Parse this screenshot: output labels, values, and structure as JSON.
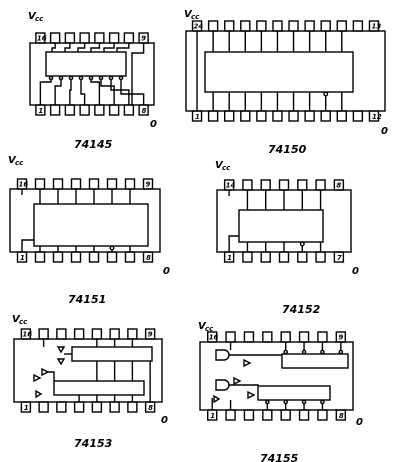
{
  "page": {
    "background": "#ffffff",
    "ink": "#000000"
  },
  "vcc_label": {
    "main": "V",
    "sub": "cc"
  },
  "gnd_label": "0",
  "chips": [
    {
      "part": "74145",
      "pins_per_side": 8,
      "top_first_pin": "16",
      "top_last_pin": "9",
      "bottom_first_pin": "1",
      "bottom_last_pin": "8",
      "inner": "decoder"
    },
    {
      "part": "74150",
      "pins_per_side": 12,
      "top_first_pin": "24",
      "top_last_pin": "13",
      "bottom_first_pin": "1",
      "bottom_last_pin": "12",
      "inner": "mux-large"
    },
    {
      "part": "74151",
      "pins_per_side": 8,
      "top_first_pin": "16",
      "top_last_pin": "9",
      "bottom_first_pin": "1",
      "bottom_last_pin": "8",
      "inner": "mux8"
    },
    {
      "part": "74152",
      "pins_per_side": 7,
      "top_first_pin": "14",
      "top_last_pin": "8",
      "bottom_first_pin": "1",
      "bottom_last_pin": "7",
      "inner": "mux8-14"
    },
    {
      "part": "74153",
      "pins_per_side": 8,
      "top_first_pin": "16",
      "top_last_pin": "9",
      "bottom_first_pin": "1",
      "bottom_last_pin": "8",
      "inner": "dual-mux"
    },
    {
      "part": "74155",
      "pins_per_side": 8,
      "top_first_pin": "16",
      "top_last_pin": "9",
      "bottom_first_pin": "1",
      "bottom_last_pin": "8",
      "inner": "dual-decoder"
    }
  ]
}
